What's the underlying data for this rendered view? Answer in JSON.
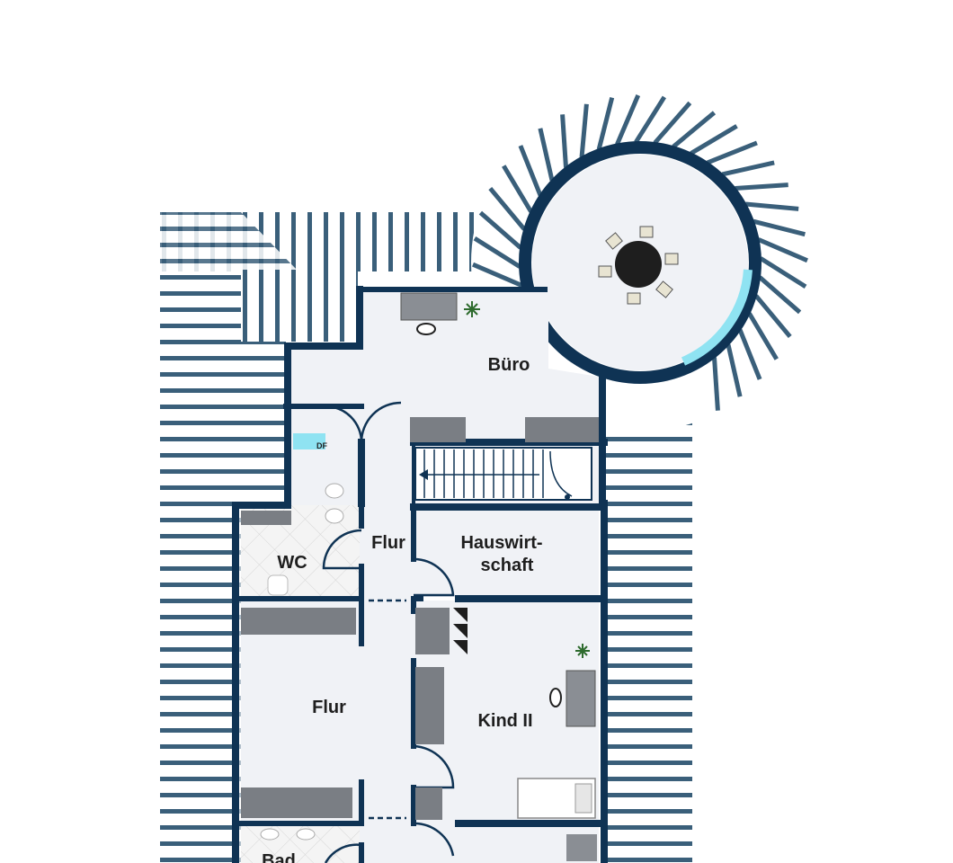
{
  "floorplan": {
    "rooms": {
      "office": "Büro",
      "hall_upper": "Flur",
      "utility_line1": "Hauswirt-",
      "utility_line2": "schaft",
      "wc": "WC",
      "hall_lower": "Flur",
      "child_two": "Kind II",
      "bath": "Bad",
      "skylight": "DF"
    },
    "colors": {
      "wall": "#0f3354",
      "floor": "#f0f2f6",
      "roof_hatch": "#3a5f7a",
      "furniture": "#7a7e84",
      "glass": "#8fe3f2"
    }
  }
}
